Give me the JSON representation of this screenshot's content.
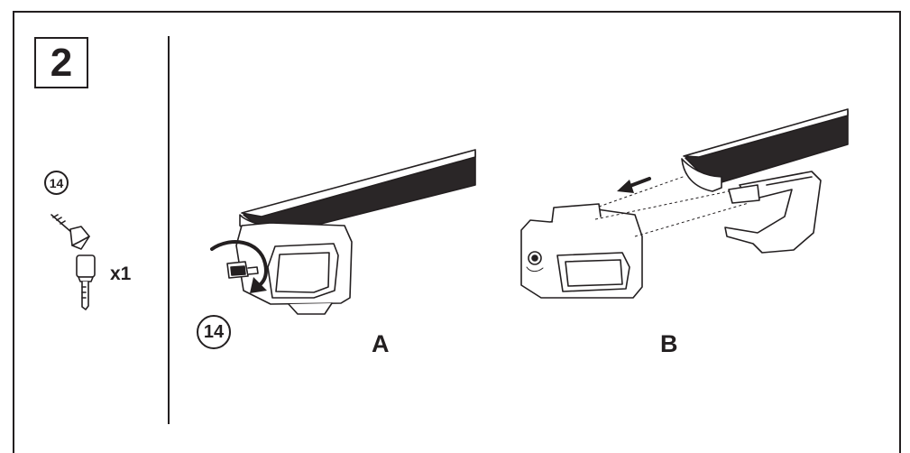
{
  "step": {
    "number": "2"
  },
  "parts": {
    "key_part_number": "14",
    "key_quantity": "x1"
  },
  "figures": {
    "a": {
      "label": "A",
      "part_callout": "14"
    },
    "b": {
      "label": "B"
    }
  },
  "colors": {
    "ink": "#231f20",
    "paper": "#ffffff"
  },
  "icons": [
    "key-icon",
    "rotate-arrow-icon",
    "slide-arrow-icon"
  ]
}
